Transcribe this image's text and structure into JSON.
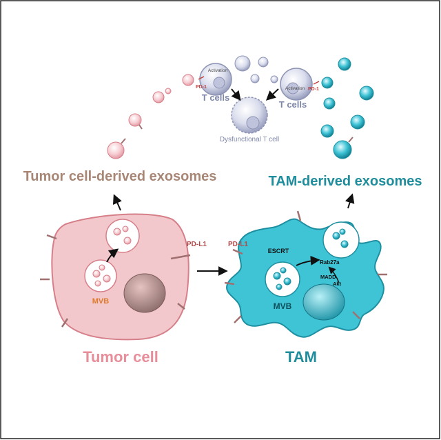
{
  "labels": {
    "tumor_exosomes": "Tumor cell-derived exosomes",
    "tam_exosomes": "TAM-derived exosomes",
    "tumor_cell": "Tumor cell",
    "tam": "TAM",
    "t_cells_left": "T cells",
    "t_cells_right": "T cells",
    "dysfunctional": "Dysfunctional T cell",
    "activation_left": "Activation",
    "activation_right": "Activation",
    "pd1_left": "PD-1",
    "pd1_right": "PD-1",
    "pdl1_tumor": "PD-L1",
    "pdl1_tam": "PD-L1",
    "mvb_tumor": "MVB",
    "mvb_tam": "MVB",
    "escrt": "ESCRT",
    "rab27a": "Rab27a",
    "madd": "MADD",
    "akt": "Akt"
  },
  "colors": {
    "tumor_fill": "#f3c8cc",
    "tumor_stroke": "#d67f89",
    "tam_fill": "#3fc4d6",
    "tam_stroke": "#1e8fa0",
    "tumor_text": "#a88676",
    "tam_text": "#1f8d9c",
    "tumor_cell_text": "#e88e9a",
    "tcell_text": "#7e86a8",
    "mvb_tumor_text": "#e07a2a",
    "pdl1_text": "#b14a4a"
  }
}
